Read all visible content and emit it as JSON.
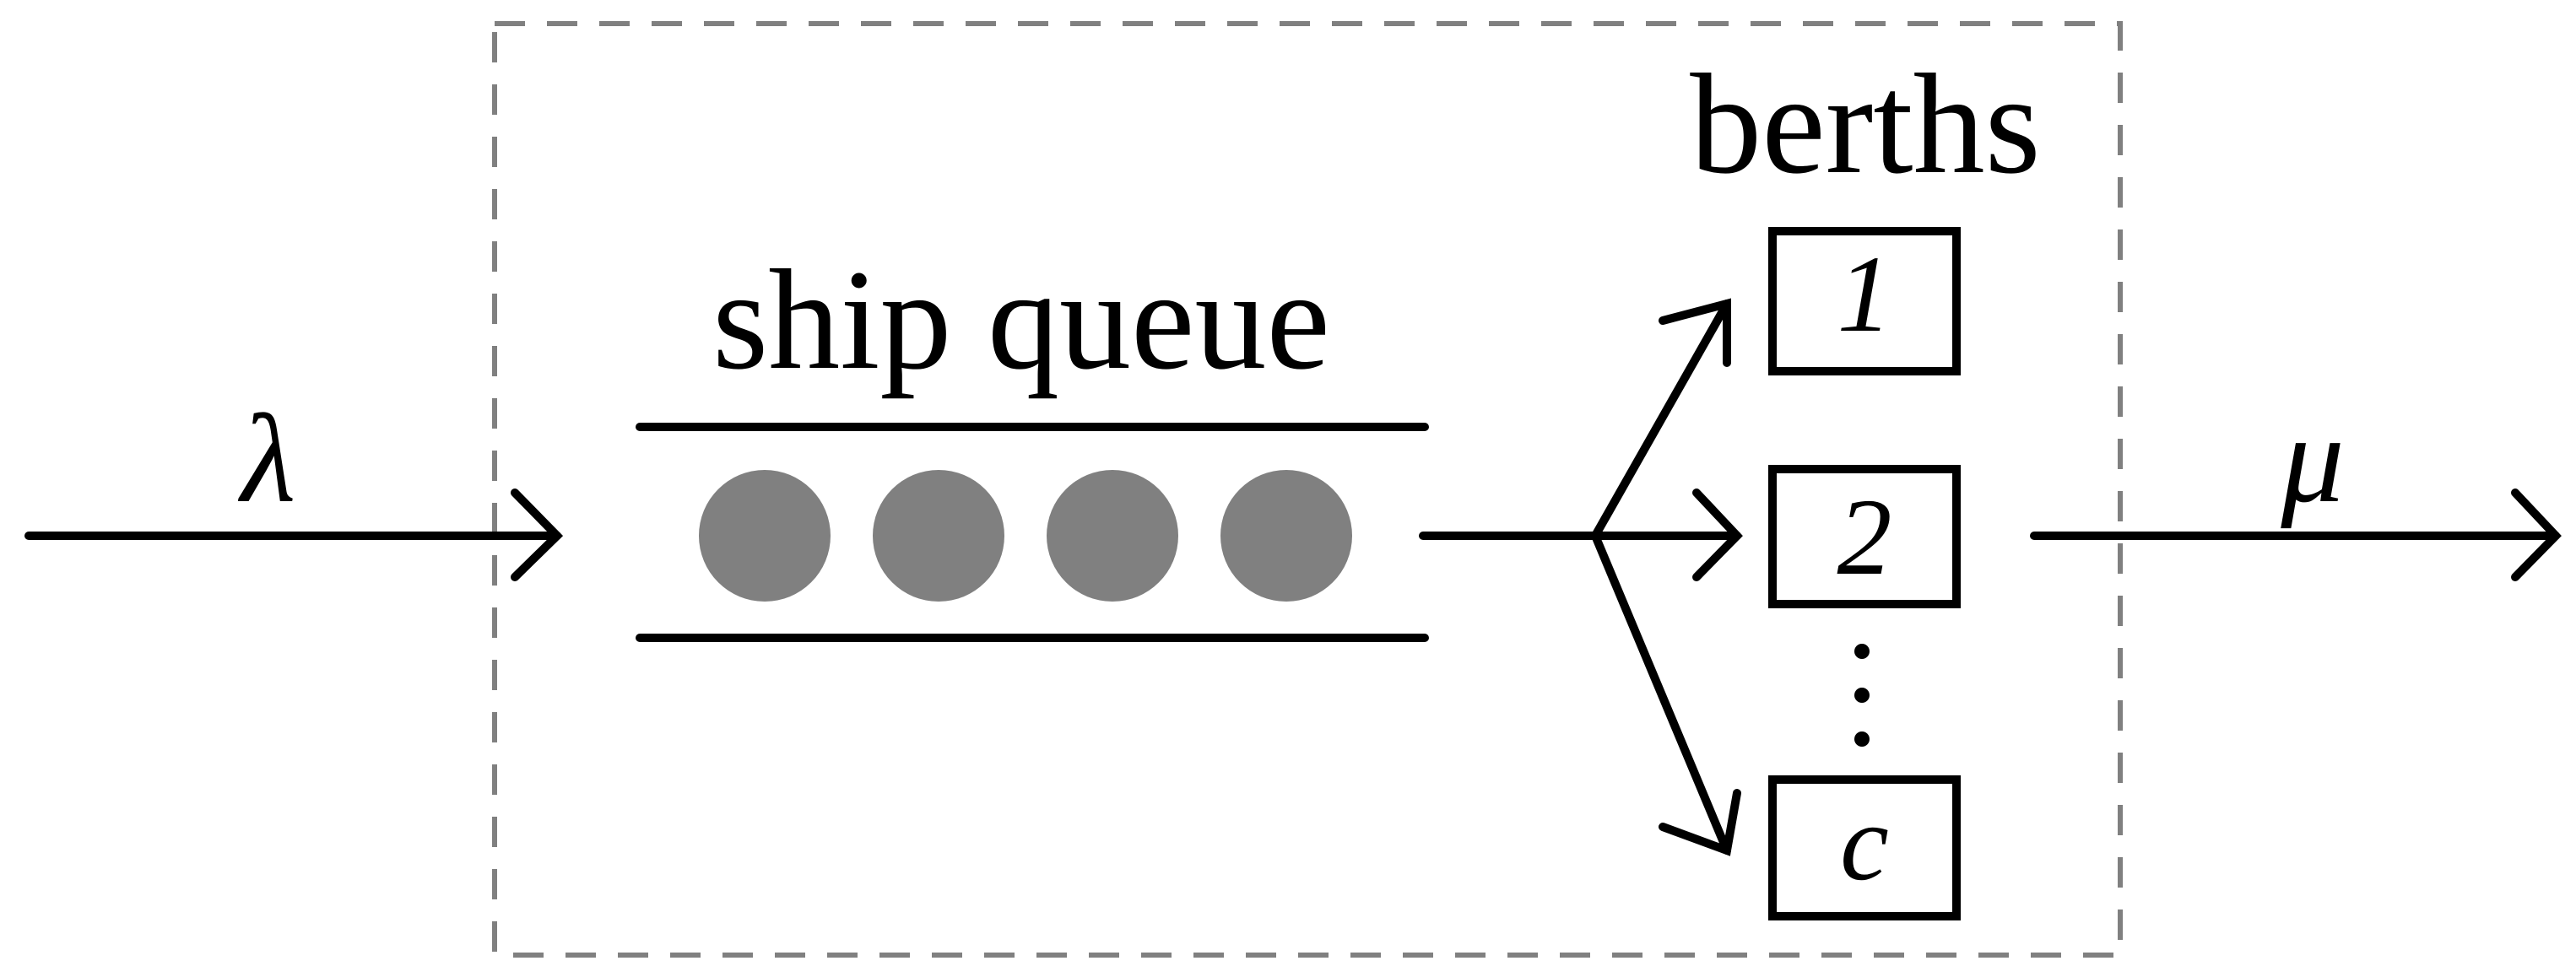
{
  "diagram": {
    "arrival_rate": "λ",
    "service_rate": "μ",
    "queue_label": "ship queue",
    "berths_label": "berths",
    "ships_in_queue": 4,
    "berths": [
      {
        "label": "1"
      },
      {
        "label": "2"
      },
      {
        "label": "c"
      }
    ],
    "ellipsis": "⋮"
  },
  "colors": {
    "stroke": "#000000",
    "ship_fill": "#808080",
    "boundary": "#808080",
    "background": "#ffffff"
  }
}
